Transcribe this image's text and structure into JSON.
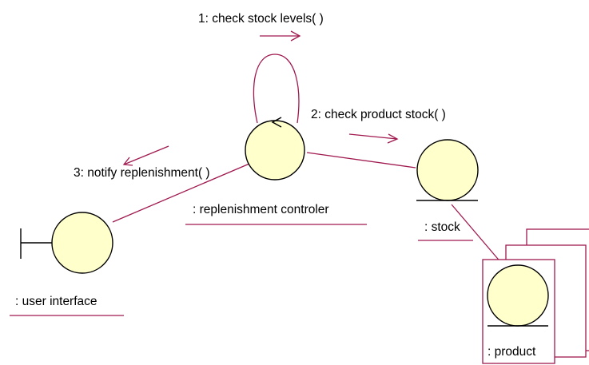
{
  "colors": {
    "link": "#a0194f",
    "object_fill": "#ffffcc",
    "object_stroke": "#000000",
    "text": "#000000"
  },
  "messages": [
    {
      "text": "1: check stock levels( )"
    },
    {
      "text": "2: check product stock( )"
    },
    {
      "text": "3: notify replenishment( )"
    }
  ],
  "objects": {
    "controller": {
      "label": ": replenishment controler",
      "icon": "control-icon"
    },
    "stock": {
      "label": ": stock",
      "icon": "entity-icon"
    },
    "user_interface": {
      "label": ": user interface",
      "icon": "boundary-icon"
    },
    "product": {
      "label": ": product",
      "icon": "entity-icon"
    }
  }
}
